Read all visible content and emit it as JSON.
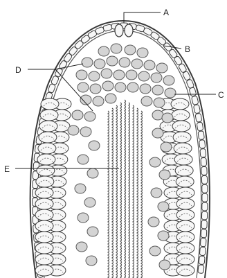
{
  "labels": {
    "A": "A",
    "B": "B",
    "C": "C",
    "D": "D",
    "E": "E"
  },
  "colors": {
    "outline": "#3a3a3a",
    "cell_fill": "#f7f7f7",
    "granule_fill": "#d4d4d4",
    "granule_stroke": "#5a5a5a",
    "background": "#ffffff"
  }
}
